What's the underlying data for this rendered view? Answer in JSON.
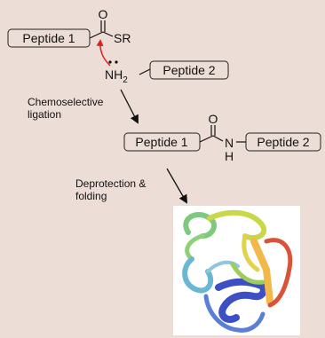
{
  "reactant_1": {
    "peptide_label": "Peptide 1",
    "carbonyl_o": "O",
    "thioester_group": "SR"
  },
  "reactant_2": {
    "amine_n": "N",
    "amine_h": "H",
    "amine_sub": "2",
    "peptide_label": "Peptide 2"
  },
  "step_1": {
    "label_line_1": "Chemoselective",
    "label_line_2": "ligation"
  },
  "product": {
    "peptide_1_label": "Peptide 1",
    "carbonyl_o": "O",
    "amide_n": "N",
    "amide_h": "H",
    "peptide_2_label": "Peptide 2"
  },
  "step_2": {
    "label_line_1": "Deprotection &",
    "label_line_2": "folding"
  },
  "colors": {
    "background": "#ecddd7",
    "attack_arrow": "#e0201b",
    "box_stroke": "#222222",
    "protein_panel": "#ffffff"
  }
}
